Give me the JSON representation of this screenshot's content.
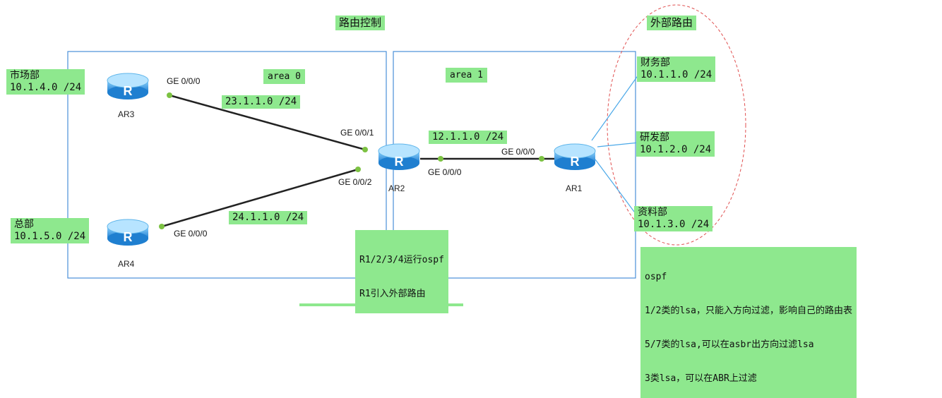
{
  "title": "路由控制",
  "external_title": "外部路由",
  "areas": {
    "area0": "area 0",
    "area1": "area 1"
  },
  "routers": {
    "ar1": "AR1",
    "ar2": "AR2",
    "ar3": "AR3",
    "ar4": "AR4"
  },
  "router_icon_letter": "R",
  "ports": {
    "ar3_ge0": "GE 0/0/0",
    "ar2_ge1": "GE 0/0/1",
    "ar2_ge2": "GE 0/0/2",
    "ar2_ge0": "GE 0/0/0",
    "ar1_ge0": "GE 0/0/0",
    "ar4_ge0": "GE 0/0/0"
  },
  "networks": {
    "n23": "23.1.1.0 /24",
    "n24": "24.1.1.0 /24",
    "n12": "12.1.1.0 /24"
  },
  "sites": {
    "shichang": {
      "name": "市场部",
      "net": "10.1.4.0 /24"
    },
    "zongbu": {
      "name": "总部",
      "net": "10.1.5.0 /24"
    },
    "caiwu": {
      "name": "财务部",
      "net": "10.1.1.0 /24"
    },
    "yanfa": {
      "name": "研发部",
      "net": "10.1.2.0 /24"
    },
    "ziliao": {
      "name": "资料部",
      "net": "10.1.3.0 /24"
    }
  },
  "center_note": [
    "R1/2/3/4运行ospf",
    "R1引入外部路由"
  ],
  "ospf_note": [
    "ospf",
    "1/2类的lsa，只能入方向过滤，影响自己的路由表",
    "5/7类的lsa,可以在asbr出方向过滤lsa",
    "3类lsa，可以在ABR上过滤"
  ],
  "colors": {
    "label_bg": "#8ee88e",
    "area_border": "#4a90d9",
    "link": "#222222",
    "port_dot": "#7cc242",
    "router": "#3d9fe0",
    "ellipse": "#e05050"
  }
}
